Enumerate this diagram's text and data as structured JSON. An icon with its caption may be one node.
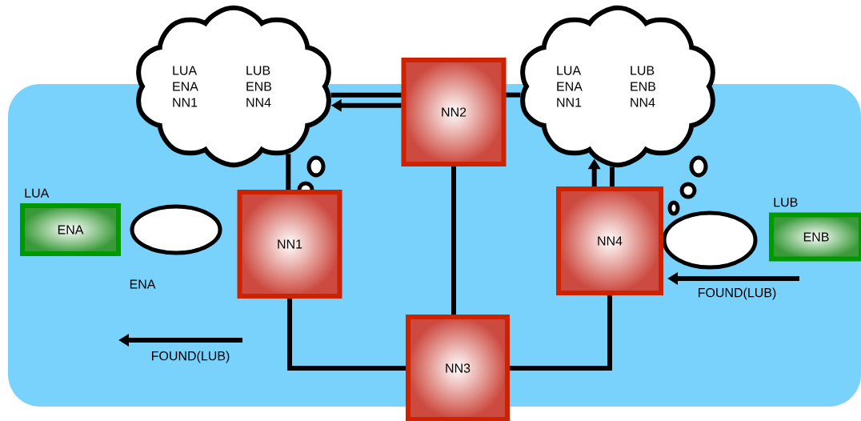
{
  "diagram": {
    "nodes": [
      {
        "text": [
          "LUA ENA NN1",
          "LUB ENB NN4"
        ]
      },
      {
        "text": [
          "LUA ENA NN1",
          "LUB ENB NN4"
        ]
      },
      {
        "text": [
          "NN2"
        ]
      },
      {
        "text": [
          "NN1"
        ]
      },
      {
        "text": [
          "NN4"
        ]
      },
      {
        "text": [
          "NN3"
        ]
      },
      {
        "text": [
          "ENA"
        ],
        "beside": [
          "LUA"
        ]
      },
      {
        "text": [
          "ENB"
        ],
        "beside": [
          "LUB"
        ]
      }
    ],
    "edges": [
      {
        "from": 0,
        "to": 2,
        "arrow": "none"
      },
      {
        "from": 2,
        "to": 0,
        "arrow": "to"
      },
      {
        "from": 2,
        "to": 1,
        "arrow": "none"
      },
      {
        "from": 0,
        "to": 3,
        "arrow": "none"
      },
      {
        "from": 2,
        "to": 5,
        "arrow": "none"
      },
      {
        "from": 3,
        "to": 5,
        "arrow": "none"
      },
      {
        "from": 5,
        "to": 4,
        "arrow": "none"
      },
      {
        "from": 4,
        "to": 1,
        "arrow": "to"
      },
      {
        "from": 4,
        "to": 1,
        "arrow": "none"
      },
      {
        "from": null,
        "to": 4,
        "arrow": "to",
        "label": "FOUND(LUB)"
      }
    ],
    "labels": [
      "ENA",
      "FOUND(LUB)"
    ]
  }
}
